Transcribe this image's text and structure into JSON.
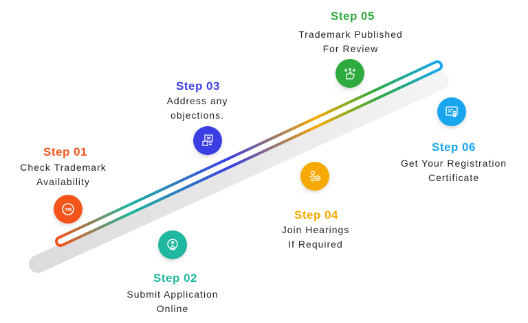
{
  "colors": {
    "step01": "#f2541b",
    "step02": "#1fb79d",
    "step03": "#3b3fe3",
    "step04": "#f6a900",
    "step05": "#2faa3f",
    "step06": "#1aa6ef"
  },
  "steps": [
    {
      "title": "Step 01",
      "lines": [
        "Check Trademark",
        "Availability"
      ],
      "icon": "tm-icon"
    },
    {
      "title": "Step 02",
      "lines": [
        "Submit Application",
        "Online"
      ],
      "icon": "touch-upload-icon"
    },
    {
      "title": "Step 03",
      "lines": [
        "Address any",
        "objections."
      ],
      "icon": "objection-document-icon"
    },
    {
      "title": "Step 04",
      "lines": [
        "Join Hearings",
        "If Required"
      ],
      "icon": "people-add-icon"
    },
    {
      "title": "Step 05",
      "lines": [
        "Trademark Published",
        "For Review"
      ],
      "icon": "thumbs-up-stars-icon"
    },
    {
      "title": "Step 06",
      "lines": [
        "Get Your Registration",
        "Certificate"
      ],
      "icon": "certificate-icon"
    }
  ]
}
